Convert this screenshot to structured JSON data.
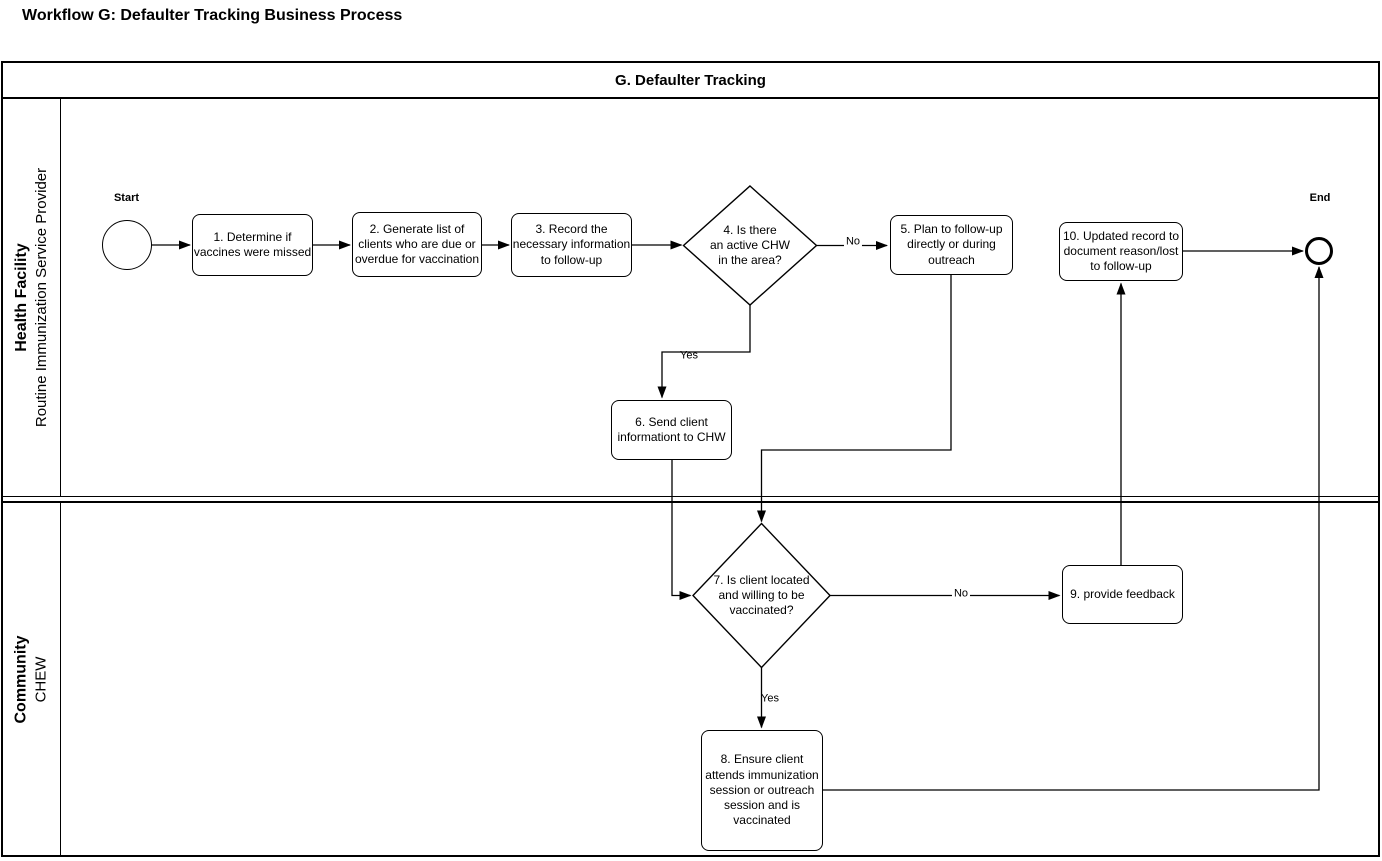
{
  "title": "Workflow G: Defaulter Tracking Business Process",
  "pool": {
    "header": "G. Defaulter Tracking",
    "lanes": [
      {
        "title": "Health Facility",
        "subtitle": "Routine Immunization Service Provider"
      },
      {
        "title": "Community",
        "subtitle": "CHEW"
      }
    ]
  },
  "events": {
    "start_label": "Start",
    "end_label": "End"
  },
  "nodes": {
    "n1": {
      "text": "1. Determine if\nvaccines were missed"
    },
    "n2": {
      "text": "2. Generate list of\nclients who are due or\noverdue for vaccination"
    },
    "n3": {
      "text": "3. Record the\nnecessary information\nto follow-up"
    },
    "n4": {
      "text": "4. Is there\nan active CHW\nin the area?"
    },
    "n5": {
      "text": "5. Plan to follow-up\ndirectly or during\noutreach"
    },
    "n6": {
      "text": "6. Send client\ninformationt to CHW"
    },
    "n7": {
      "text": "7. Is client located\nand willing to be\nvaccinated?"
    },
    "n8": {
      "text": "8. Ensure client\nattends immunization\nsession or outreach\nsession and is\nvaccinated"
    },
    "n9": {
      "text": "9. provide feedback"
    },
    "n10": {
      "text": "10. Updated record to\ndocument reason/lost\nto follow-up"
    }
  },
  "edge_labels": {
    "d4_no": "No",
    "d4_yes": "Yes",
    "d7_no": "No",
    "d7_yes": "Yes"
  },
  "colors": {
    "stroke": "#000000",
    "fill": "#ffffff"
  }
}
